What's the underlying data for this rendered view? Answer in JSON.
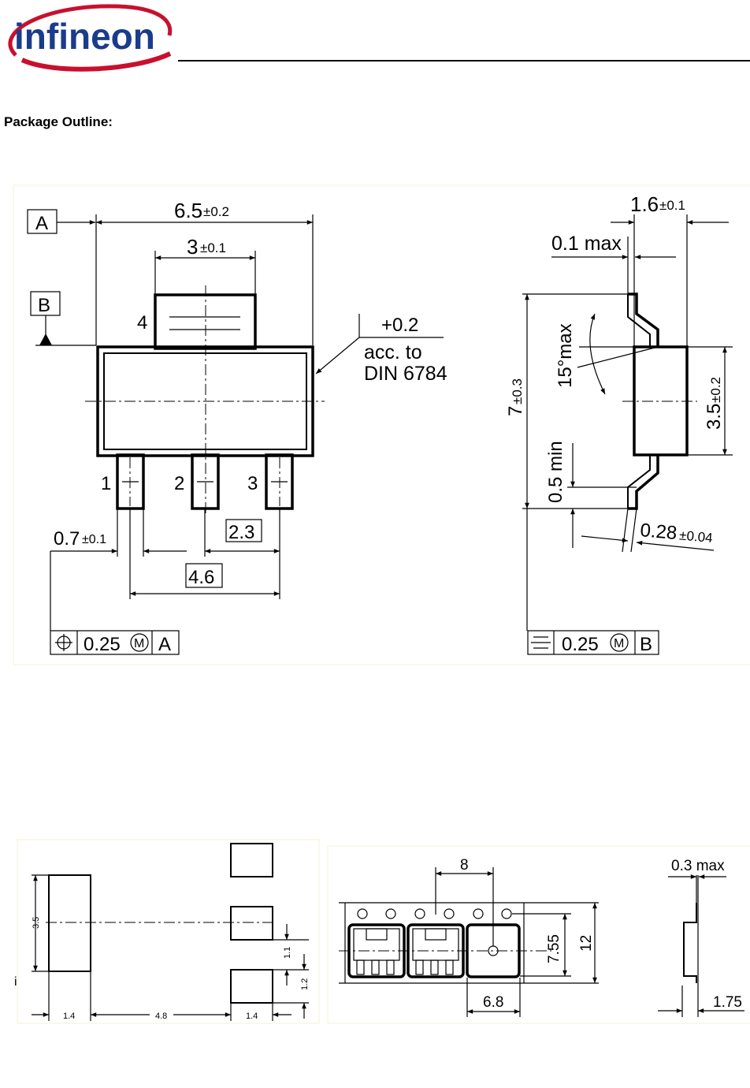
{
  "header": {
    "logo_text": "infineon",
    "brand_color": "#1b3c8c",
    "swoosh_color": "#c8102e"
  },
  "document": {
    "section_title": "Package Outline:"
  },
  "outline_drawing": {
    "front_view": {
      "datum_a": "A",
      "datum_b": "B",
      "width_dim": "6.5",
      "width_tol": "±0.2",
      "tab_dim": "3",
      "tab_tol": "±0.1",
      "pin_labels": [
        "4",
        "1",
        "2",
        "3"
      ],
      "note_tol": "+0.2",
      "note_line1": "acc. to",
      "note_line2": "DIN 6784",
      "lead_width_dim": "0.7",
      "lead_width_tol": "±0.1",
      "pitch_dim": "2.3",
      "span_dim": "4.6",
      "fcf": {
        "tolerance": "0.25",
        "modifier": "M",
        "datum": "A"
      }
    },
    "side_view": {
      "thickness_dim": "1.6",
      "thickness_tol": "±0.1",
      "standoff": "0.1 max",
      "height_dim": "7",
      "height_tol": "±0.3",
      "angle": "15°max",
      "body_dim": "3.5",
      "body_tol": "±0.2",
      "lead_len": "0.5 min",
      "lead_thk": "0.28",
      "lead_thk_tol": "±0.04",
      "fcf": {
        "tolerance": "0.25",
        "modifier": "M",
        "datum": "B"
      }
    }
  },
  "footprint_drawing": {
    "dims": {
      "pad_height": "3.5",
      "pad_width_left": "1.4",
      "gap": "4.8",
      "pad_width_right": "1.4",
      "pad_gap": "1.1",
      "pad_height_small": "1.2"
    },
    "stray_mark": "i"
  },
  "tape_drawing": {
    "pitch": "8",
    "pocket_center": "7.55",
    "tape_width": "12",
    "pocket_width": "6.8",
    "cover_thickness": "0.3 max",
    "hole_offset": "1.75"
  }
}
